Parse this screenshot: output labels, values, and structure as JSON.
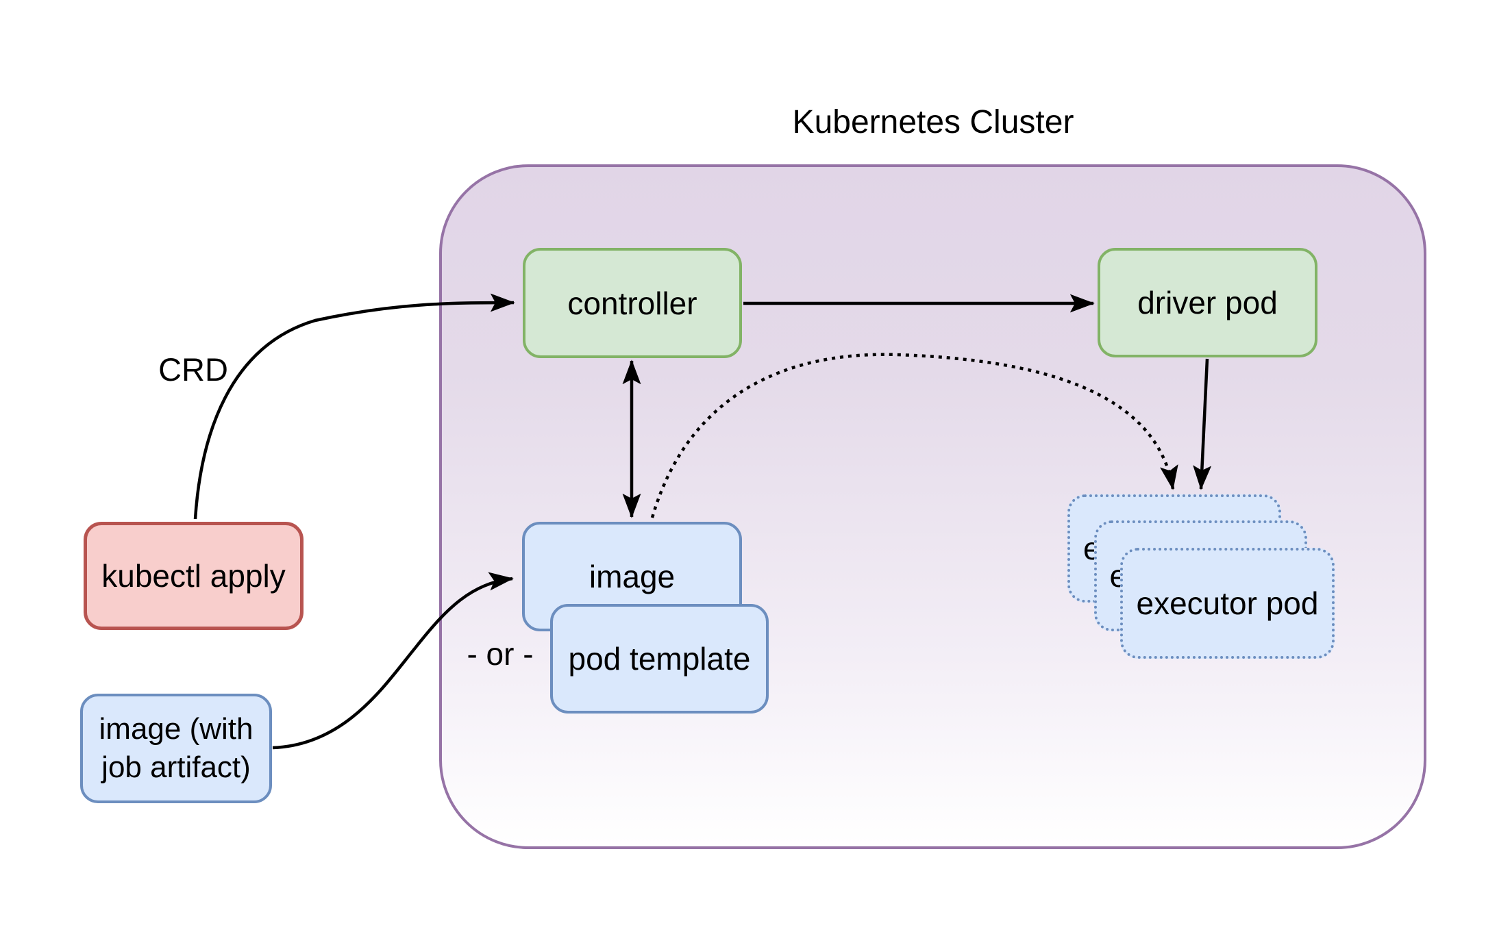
{
  "diagram": {
    "title": "Kubernetes Cluster",
    "nodes": {
      "kubectl_apply": {
        "label": "kubectl apply",
        "color": "red"
      },
      "image_artifact": {
        "label_line1": "image (with",
        "label_line2": "job artifact)",
        "color": "blue"
      },
      "controller": {
        "label": "controller",
        "color": "green"
      },
      "driver_pod": {
        "label": "driver pod",
        "color": "green"
      },
      "image": {
        "label": "image",
        "color": "blue"
      },
      "pod_template": {
        "label": "pod template",
        "color": "blue"
      },
      "executor_pod": {
        "label": "executor pod",
        "color": "blue",
        "count": 3,
        "border_style": "dotted"
      }
    },
    "edge_labels": {
      "crd": "CRD",
      "or": "- or -"
    },
    "edges": [
      {
        "from": "kubectl apply",
        "to": "controller",
        "label": "CRD",
        "style": "solid-curve-arrow"
      },
      {
        "from": "controller",
        "to": "driver pod",
        "style": "solid-arrow"
      },
      {
        "from": "controller",
        "to": "image",
        "style": "solid-double-arrow"
      },
      {
        "from": "image",
        "to": "executor pod",
        "style": "dotted-curve-arrow"
      },
      {
        "from": "driver pod",
        "to": "executor pod",
        "style": "solid-arrow"
      },
      {
        "from": "image (with job artifact)",
        "to": "image",
        "style": "solid-curve-arrow"
      },
      {
        "from": "image",
        "to": "pod template",
        "label": "- or -",
        "style": "alternative"
      }
    ]
  },
  "colors": {
    "canvas-bg": "#ffffff",
    "ink": "#000000",
    "green-fill": "#d5e8d4",
    "green-stroke": "#82b366",
    "blue-fill": "#dae8fc",
    "blue-stroke": "#6c8ebf",
    "red-fill": "#f8cecc",
    "red-stroke": "#b85450",
    "purple-stroke": "#9673a6",
    "purple-fill-top": "#e1d5e7"
  }
}
